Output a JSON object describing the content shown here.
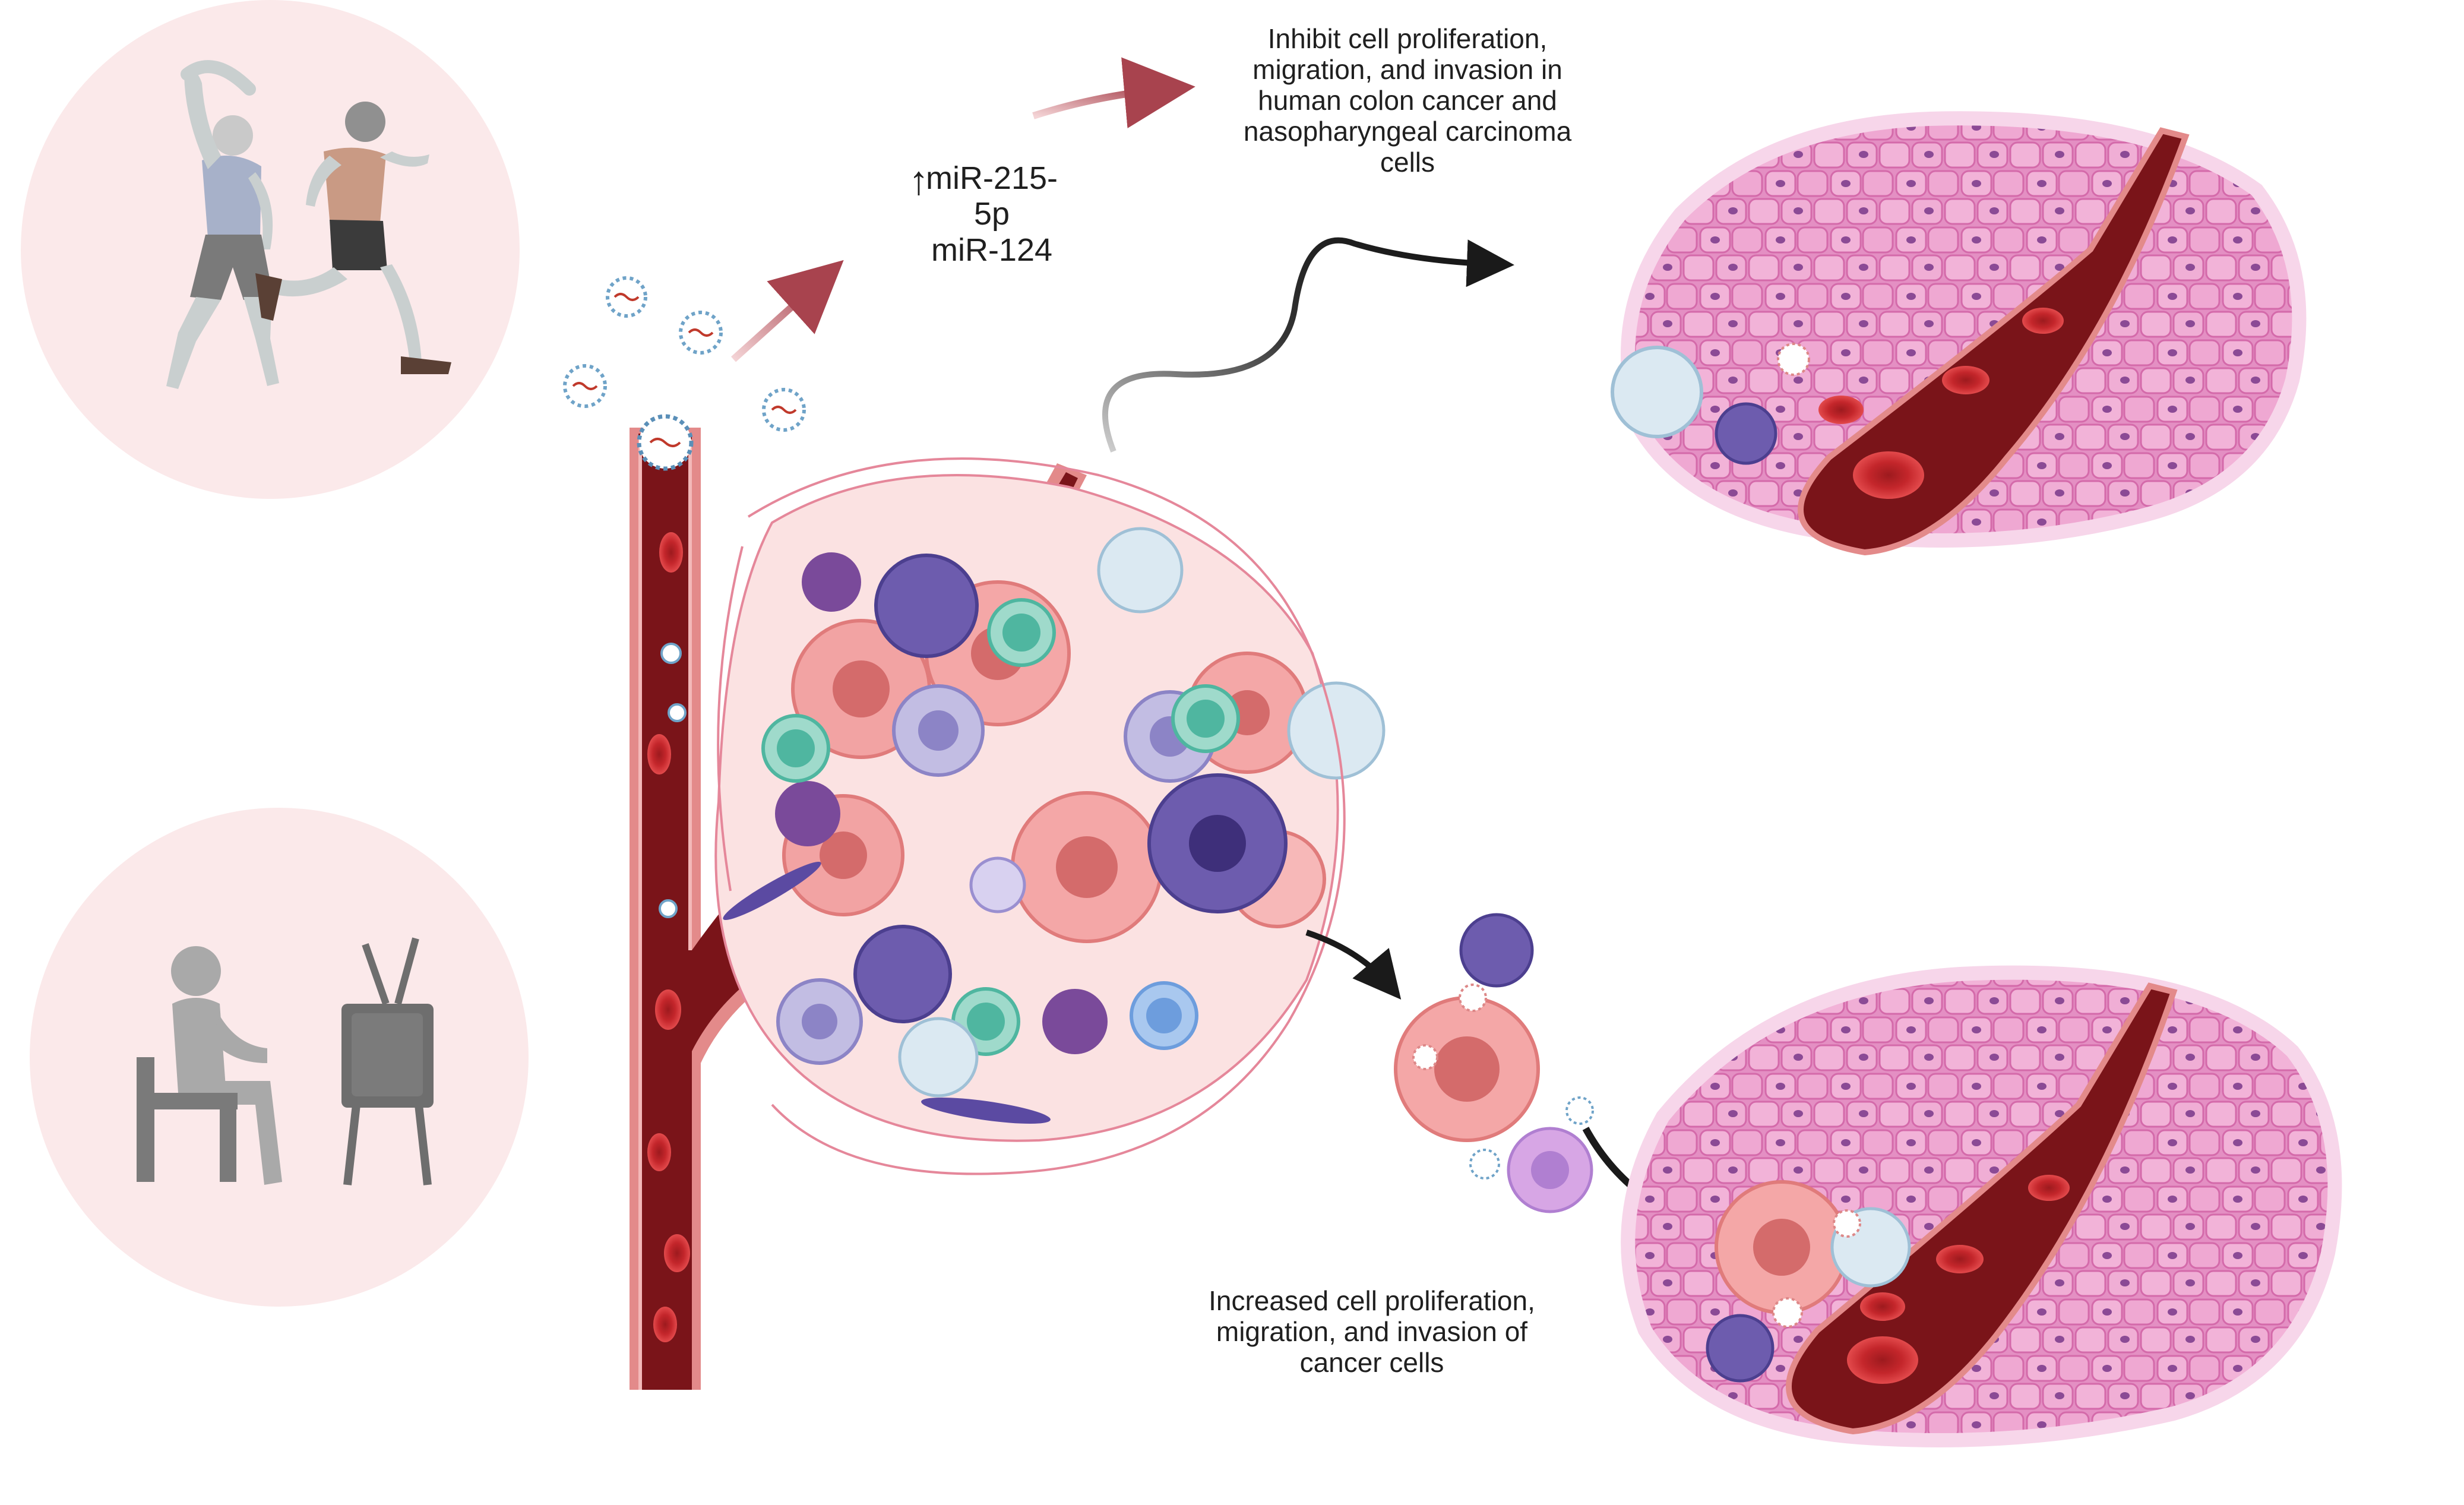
{
  "figure": {
    "background_color": "#ffffff",
    "colors": {
      "panel_circle": "#fbe9ea",
      "vessel": "#7a1419",
      "vessel_wall": "#e07a7a",
      "red_cell": "#c4262b",
      "tissue": "#e89ac8",
      "tissue_outline": "#f7d6ea",
      "nucleus": "#8b4a95",
      "tumor_pink": "#f2a3a3",
      "tumor_purple": "#6d5cae",
      "tcell_green": "#4fb6a0",
      "divider": "#6f1016",
      "arrow_dark": "#1a1a1a",
      "arrow_red": "#a8434e"
    },
    "panels": {
      "exercise": {
        "icon": "exercising-people-icon"
      },
      "sedentary": {
        "icon": "person-watching-tv-icon"
      }
    },
    "labels": {
      "top_outcome": [
        "Inhibit cell proliferation,",
        "migration, and invasion in",
        "human colon cancer and",
        "nasopharyngeal carcinoma",
        "cells"
      ],
      "mirna_arrow": "↑",
      "mirna": [
        "miR-215-5p",
        "miR-124"
      ],
      "bottom_outcome": [
        "Increased cell proliferation,",
        "migration, and invasion of",
        "cancer cells"
      ]
    }
  }
}
